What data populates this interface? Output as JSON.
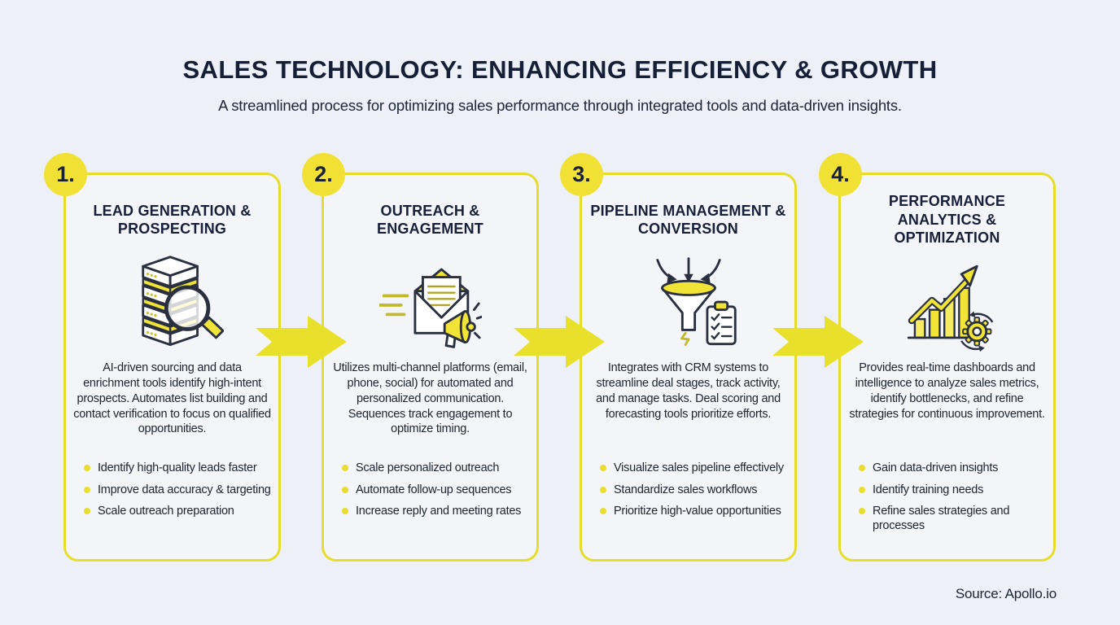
{
  "header": {
    "title": "SALES TECHNOLOGY: ENHANCING EFFICIENCY & GROWTH",
    "subtitle": "A streamlined process for optimizing sales performance through integrated tools and data-driven insights."
  },
  "steps": [
    {
      "number": "1.",
      "title": "LEAD GENERATION & PROSPECTING",
      "icon": "database-search-icon",
      "description": "AI-driven sourcing and data enrichment tools identify high-intent prospects. Automates list building and contact verification to focus on qualified opportunities.",
      "bullets": [
        "Identify high-quality leads faster",
        "Improve data accuracy & targeting",
        "Scale outreach preparation"
      ]
    },
    {
      "number": "2.",
      "title": "OUTREACH & ENGAGEMENT",
      "icon": "email-megaphone-icon",
      "description": "Utilizes multi-channel platforms (email, phone, social) for automated and personalized communication. Sequences track engagement to optimize timing.",
      "bullets": [
        "Scale personalized outreach",
        "Automate follow-up sequences",
        "Increase reply and meeting rates"
      ]
    },
    {
      "number": "3.",
      "title": "PIPELINE MANAGEMENT & CONVERSION",
      "icon": "funnel-checklist-icon",
      "description": "Integrates with CRM systems to streamline deal stages, track activity, and manage tasks. Deal scoring and forecasting tools prioritize efforts.",
      "bullets": [
        "Visualize sales pipeline effectively",
        "Standardize sales workflows",
        "Prioritize high-value opportunities"
      ]
    },
    {
      "number": "4.",
      "title": "PERFORMANCE ANALYTICS & OPTIMIZATION",
      "icon": "growth-chart-gear-icon",
      "description": "Provides real-time dashboards and intelligence to analyze sales metrics, identify bottlenecks, and refine strategies for continuous improvement.",
      "bullets": [
        "Gain data-driven insights",
        "Identify training needs",
        "Refine sales strategies and processes"
      ]
    }
  ],
  "footer": {
    "source": "Source: Apollo.io"
  },
  "colors": {
    "accent_yellow": "#e9e02c",
    "badge_yellow": "#f2e135",
    "heading_navy": "#161f38",
    "body_text": "#20262f",
    "background": "#edf0f6"
  }
}
